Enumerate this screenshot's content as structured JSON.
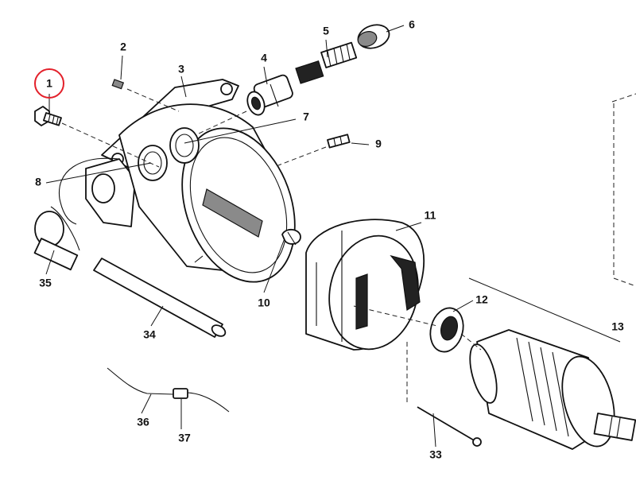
{
  "callouts": {
    "c1": "1",
    "c2": "2",
    "c3": "3",
    "c4": "4",
    "c5": "5",
    "c6": "6",
    "c7": "7",
    "c8": "8",
    "c9": "9",
    "c10": "10",
    "c11": "11",
    "c12": "12",
    "c13": "13",
    "c33": "33",
    "c34": "34",
    "c35": "35",
    "c36": "36",
    "c37": "37"
  },
  "highlight": {
    "callout": "1",
    "color": "#e3202a"
  }
}
